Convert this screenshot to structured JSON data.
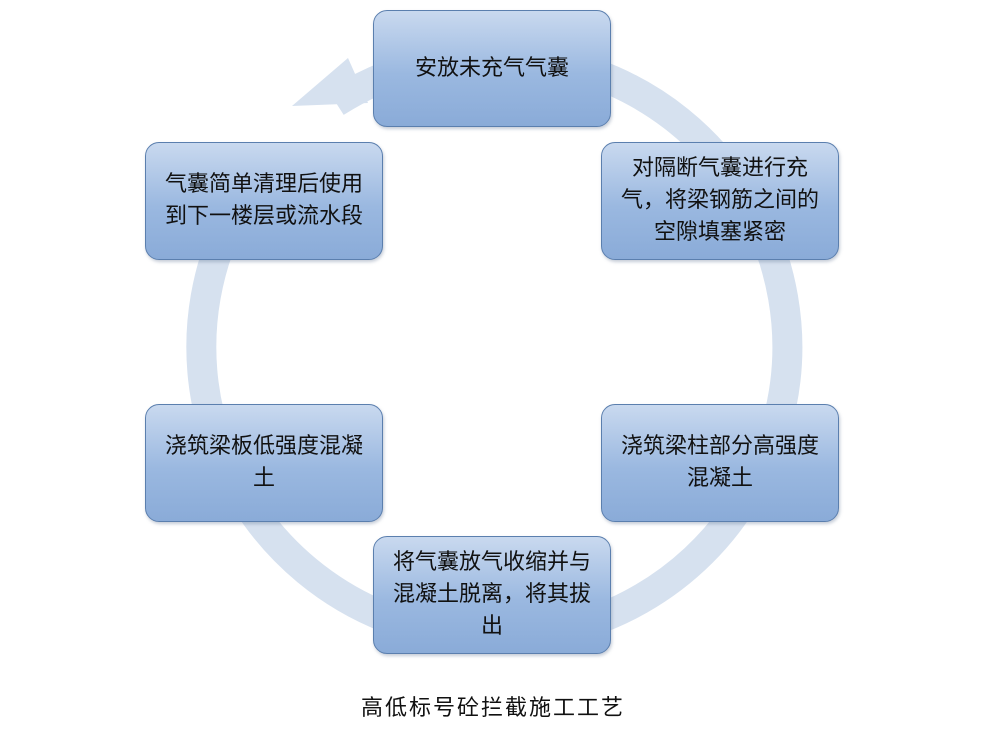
{
  "diagram": {
    "nodes": [
      {
        "label": "安放未充气气囊"
      },
      {
        "label": "对隔断气囊进行充气，将梁钢筋之间的空隙填塞紧密"
      },
      {
        "label": "浇筑梁柱部分高强度混凝土"
      },
      {
        "label": "将气囊放气收缩并与混凝土脱离，将其拔出"
      },
      {
        "label": "浇筑梁板低强度混凝土"
      },
      {
        "label": "气囊简单清理后使用到下一楼层或流水段"
      }
    ],
    "caption": "高低标号砼拦截施工工艺",
    "colors": {
      "ring": "#d6e1ef",
      "node_fill_top": "#c9d9ef",
      "node_fill_bottom": "#8aabd8",
      "node_border": "#5b7fae"
    }
  }
}
